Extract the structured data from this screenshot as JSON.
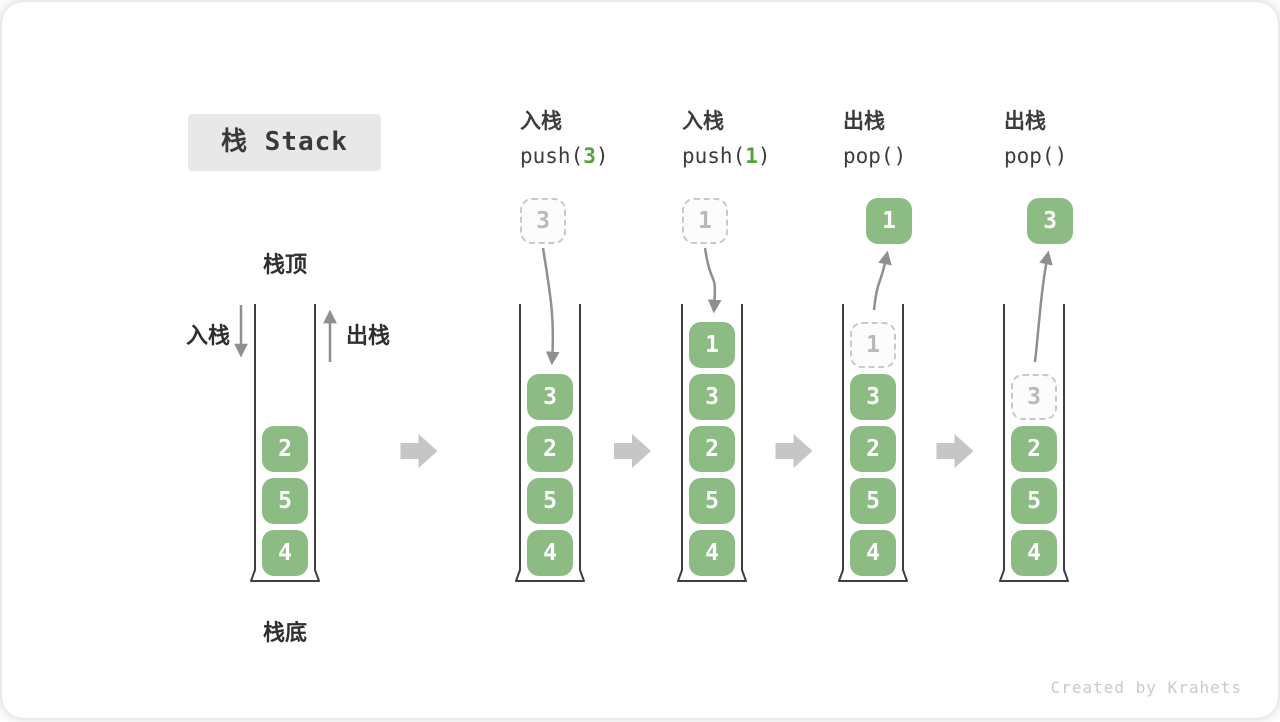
{
  "title": "栈 Stack",
  "labels": {
    "stack_top": "栈顶",
    "stack_bottom": "栈底",
    "push_side": "入栈",
    "pop_side": "出栈"
  },
  "watermark": "Created by Krahets",
  "colors": {
    "box_green": "#8cbb84",
    "code_green": "#55a13e",
    "flow_arrow_gray": "#8f8f8f",
    "step_arrow_gray": "#c6c6c6",
    "container_stroke": "#3f3f3f",
    "ghost_border": "#c9c9c9",
    "ghost_text": "#b9b9b9"
  },
  "columns": [
    {
      "op": "",
      "code_pre": "",
      "code_arg": "",
      "code_post": "",
      "floating": null,
      "flow_arrow": "",
      "items": [
        {
          "v": "2"
        },
        {
          "v": "5"
        },
        {
          "v": "4"
        }
      ]
    },
    {
      "op": "入栈",
      "code_pre": "push(",
      "code_arg": "3",
      "code_post": ")",
      "floating": {
        "value": "3",
        "variant": "ghost"
      },
      "flow_arrow": "down",
      "items": [
        {
          "v": "3"
        },
        {
          "v": "2"
        },
        {
          "v": "5"
        },
        {
          "v": "4"
        }
      ]
    },
    {
      "op": "入栈",
      "code_pre": "push(",
      "code_arg": "1",
      "code_post": ")",
      "floating": {
        "value": "1",
        "variant": "ghost"
      },
      "flow_arrow": "down",
      "items": [
        {
          "v": "1"
        },
        {
          "v": "3"
        },
        {
          "v": "2"
        },
        {
          "v": "5"
        },
        {
          "v": "4"
        }
      ]
    },
    {
      "op": "出栈",
      "code_pre": "pop(",
      "code_arg": "",
      "code_post": ")",
      "floating": {
        "value": "1",
        "variant": "solid"
      },
      "flow_arrow": "up",
      "items": [
        {
          "v": "1",
          "ghost": true
        },
        {
          "v": "3"
        },
        {
          "v": "2"
        },
        {
          "v": "5"
        },
        {
          "v": "4"
        }
      ]
    },
    {
      "op": "出栈",
      "code_pre": "pop(",
      "code_arg": "",
      "code_post": ")",
      "floating": {
        "value": "3",
        "variant": "solid"
      },
      "flow_arrow": "up",
      "items": [
        {
          "v": "3",
          "ghost": true
        },
        {
          "v": "2"
        },
        {
          "v": "5"
        },
        {
          "v": "4"
        }
      ]
    }
  ]
}
